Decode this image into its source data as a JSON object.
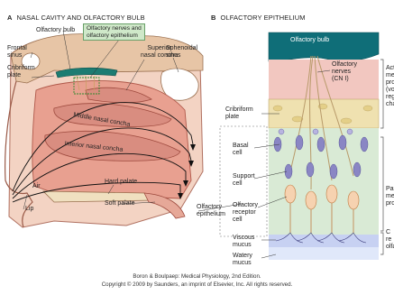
{
  "panel_a": {
    "letter": "A",
    "title": "NASAL CAVITY AND OLFACTORY BULB",
    "labels": {
      "olfactory_bulb": "Olfactory bulb",
      "nerves_epithelium_1": "Olfactory nerves and",
      "nerves_epithelium_2": "olfactory epithelium",
      "frontal_sinus_1": "Frontal",
      "frontal_sinus_2": "sinus",
      "cribriform_1": "Cribriform",
      "cribriform_2": "plate",
      "superior_concha_1": "Superior",
      "superior_concha_2": "nasal concha",
      "sphenoidal_1": "Sphenoidal",
      "sphenoidal_2": "sinus",
      "middle_concha": "Middle nasal concha",
      "inferior_concha": "Inferior nasal concha",
      "hard_palate": "Hard palate",
      "soft_palate": "Soft palate",
      "air": "Air",
      "lip": "Lip",
      "olf_epithelium_1": "Olfactory",
      "olf_epithelium_2": "epithelium"
    }
  },
  "panel_b": {
    "letter": "B",
    "title": "OLFACTORY EPITHELIUM",
    "labels": {
      "olfactory_bulb": "Olfactory bulb",
      "olf_nerves_1": "Olfactory",
      "olf_nerves_2": "nerves",
      "olf_nerves_3": "(CN I)",
      "cribriform_1": "Cribriform",
      "cribriform_2": "plate",
      "basal_1": "Basal",
      "basal_2": "cell",
      "support_1": "Support",
      "support_2": "cell",
      "receptor_1": "Olfactory",
      "receptor_2": "receptor",
      "receptor_3": "cell",
      "viscous_1": "Viscous",
      "viscous_2": "mucus",
      "watery_1": "Watery",
      "watery_2": "mucus"
    },
    "side_labels": {
      "active": [
        "Acti",
        "mem",
        "prop",
        "(volt",
        "regu",
        "chan"
      ],
      "passive": [
        "Pas",
        "mem",
        "prop"
      ],
      "cilia": [
        "C",
        "re",
        "olfa"
      ]
    }
  },
  "credit": {
    "line1": "Boron & Boulpaep: Medical Physiology, 2nd Edition.",
    "line2": "Copyright © 2009 by Saunders, an imprint of Elsevier, Inc. All rights reserved."
  }
}
